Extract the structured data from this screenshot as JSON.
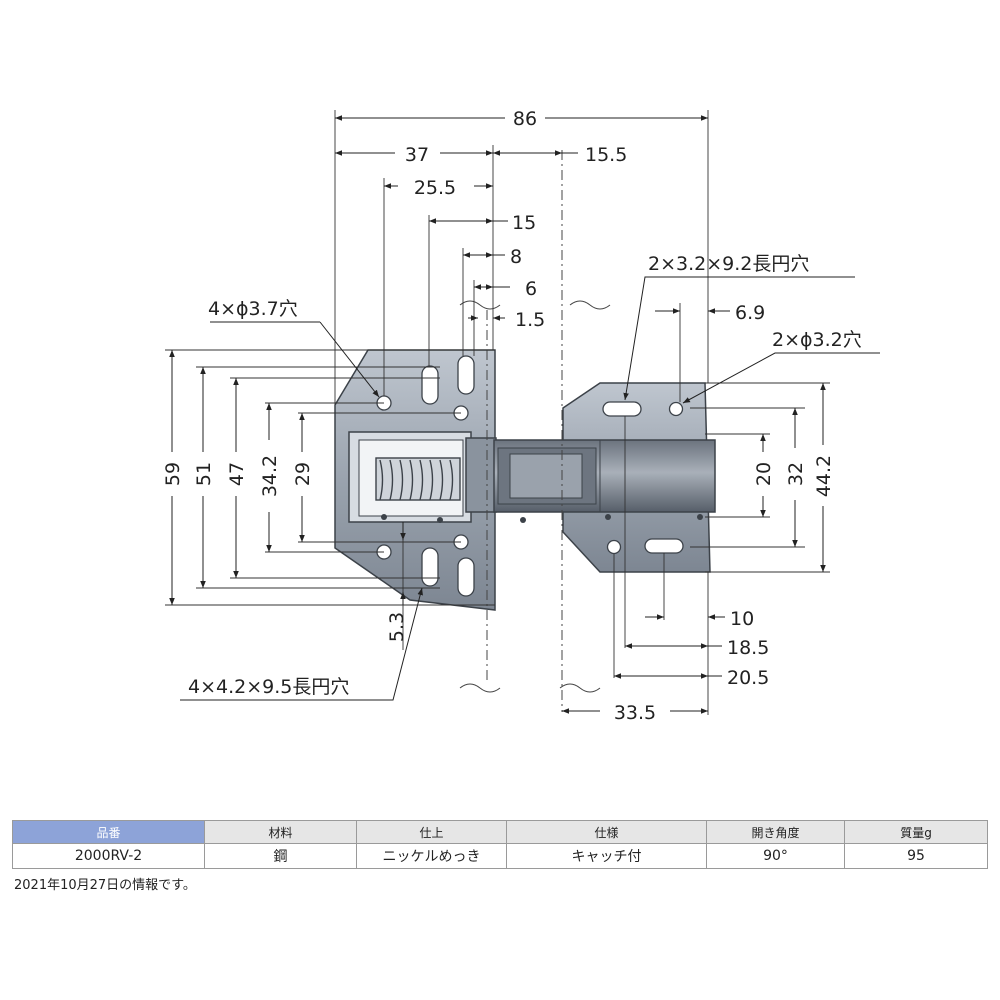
{
  "dimensions": {
    "top": [
      "86",
      "37",
      "15.5",
      "25.5",
      "15",
      "8",
      "6",
      "1.5",
      "6.9"
    ],
    "left_vertical": [
      "59",
      "51",
      "47",
      "34.2",
      "29",
      "5.3"
    ],
    "right_vertical": [
      "20",
      "32",
      "44.2"
    ],
    "bottom": [
      "10",
      "18.5",
      "20.5",
      "33.5"
    ]
  },
  "callouts": {
    "slot_top": "2×3.2×9.2長円穴",
    "hole_left": "4×ϕ3.7穴",
    "hole_right": "2×ϕ3.2穴",
    "slot_bottom": "4×4.2×9.5長円穴"
  },
  "table": {
    "headers": [
      "品番",
      "材料",
      "仕上",
      "仕様",
      "開き角度",
      "質量g"
    ],
    "row": [
      "2000RV-2",
      "鋼",
      "ニッケルめっき",
      "キャッチ付",
      "90°",
      "95"
    ]
  },
  "note": "2021年10月27日の情報です。",
  "colors": {
    "metal_dark": "#5b6470",
    "metal_mid": "#8e97a3",
    "metal_light": "#c3cad3",
    "header_blue": "#8da3d8"
  }
}
